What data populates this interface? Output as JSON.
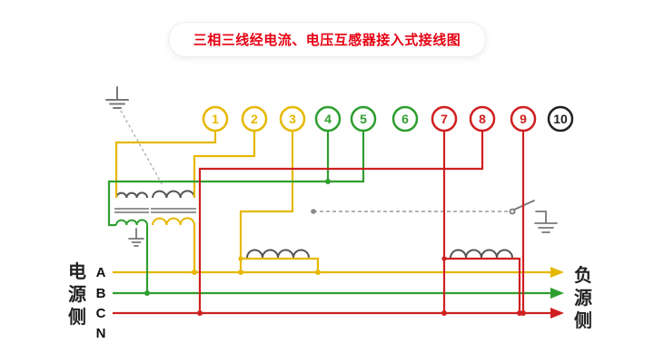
{
  "title": "三相三线经电流、电压互感器接入式接线图",
  "terminals": [
    {
      "num": "1",
      "color": "#e6b800"
    },
    {
      "num": "2",
      "color": "#e6b800"
    },
    {
      "num": "3",
      "color": "#e6b800"
    },
    {
      "num": "4",
      "color": "#2f9e2f"
    },
    {
      "num": "5",
      "color": "#2f9e2f"
    },
    {
      "num": "6",
      "color": "#2f9e2f"
    },
    {
      "num": "7",
      "color": "#cf2020"
    },
    {
      "num": "8",
      "color": "#cf2020"
    },
    {
      "num": "9",
      "color": "#cf2020"
    },
    {
      "num": "10",
      "color": "#222222"
    }
  ],
  "phases": {
    "a": "A",
    "b": "B",
    "c": "C",
    "n": "N"
  },
  "side_left": {
    "c1": "电",
    "c2": "源",
    "c3": "侧"
  },
  "side_right": {
    "c1": "负",
    "c2": "源",
    "c3": "侧"
  },
  "colors": {
    "phase_a": "#e6b800",
    "phase_b": "#2f9e2f",
    "phase_c": "#cf2020",
    "coil": "#555555",
    "ground": "#777777",
    "dashed": "#9a9a9a",
    "title_text": "#e60012"
  }
}
